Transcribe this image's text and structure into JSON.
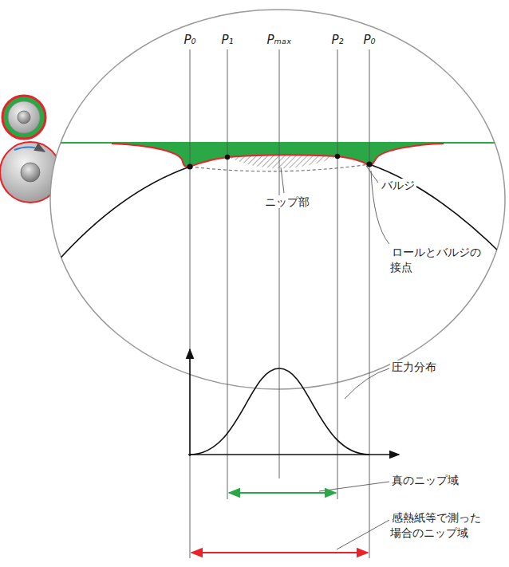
{
  "diagram": {
    "labels": [
      "P₀",
      "P₁",
      "Pₘₐₓ",
      "P₂",
      "P₀",
      "バルジ",
      "ニップ部",
      "ロールとバルジの接点",
      "圧力分布",
      "真のニップ域",
      "感熱紙等で測った場合のニップ域"
    ]
  }
}
